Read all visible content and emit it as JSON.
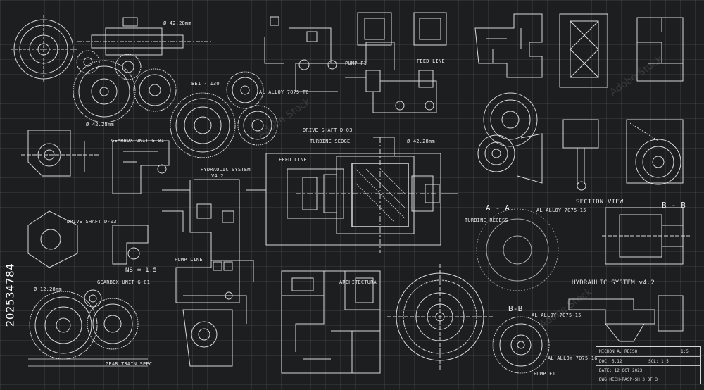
{
  "watermark": "202534784",
  "stock_mark": "Adobe Stock",
  "labels": {
    "drive_shaft": "DRIVE SHAFT D-03",
    "turbine_sedge": "TURBINE SEDGE",
    "feed_line_top": "FEED LINE",
    "pump_top": "PUMP F1",
    "al_alloy_1": "AL ALLOY 7075-T6",
    "gearbox_unit_1": "GEARBOX UNIT G-01",
    "hydraulic_1": "HYDRAULIC SYSTEM",
    "hydraulic_1_sub": "V4.2",
    "drive_shaft_2": "DRIVE SHAFT D-03",
    "ns": "NS = 1.5",
    "pump_line": "PUMP LINE",
    "gearbox_unit_2": "GEARBOX UNIT G-01",
    "gear_train": "GEAR TRAIN SPEC",
    "architectura": "ARCHITECTURA",
    "feed_line_mid": "FEED LINE",
    "section_view": "SECTION VIEW",
    "aa": "A - A",
    "bb_top": "B - B",
    "bb_mid": "B-B",
    "al_alloy_2": "AL ALLOY 7075-15",
    "al_alloy_3": "AL ALLOY 7075-15",
    "al_alloy_4": "AL ALLOY 7075-16",
    "turbine_recess": "TURBINE RECESS",
    "hydraulic_2": "HYDRAULIC SYSTEM v4.2",
    "pump_bottom": "PUMP F1",
    "dim_1": "Ø 42.28mm",
    "dim_2": "BE1 - 130",
    "dim_3": "Ø 42.28mm",
    "dim_4": "Ø 42.28mm",
    "dim_5": "Ø 12.28mm"
  },
  "title_block": {
    "r1a": "MICHON A. REISO",
    "r1b": "1:5",
    "r2a": "DOC: 5.12",
    "r2b": "SCL: 1:5",
    "r3a": "DATE: 12 OCT 2023",
    "r4a": "DWG MECH-RASP-SH 3 OF 3"
  }
}
